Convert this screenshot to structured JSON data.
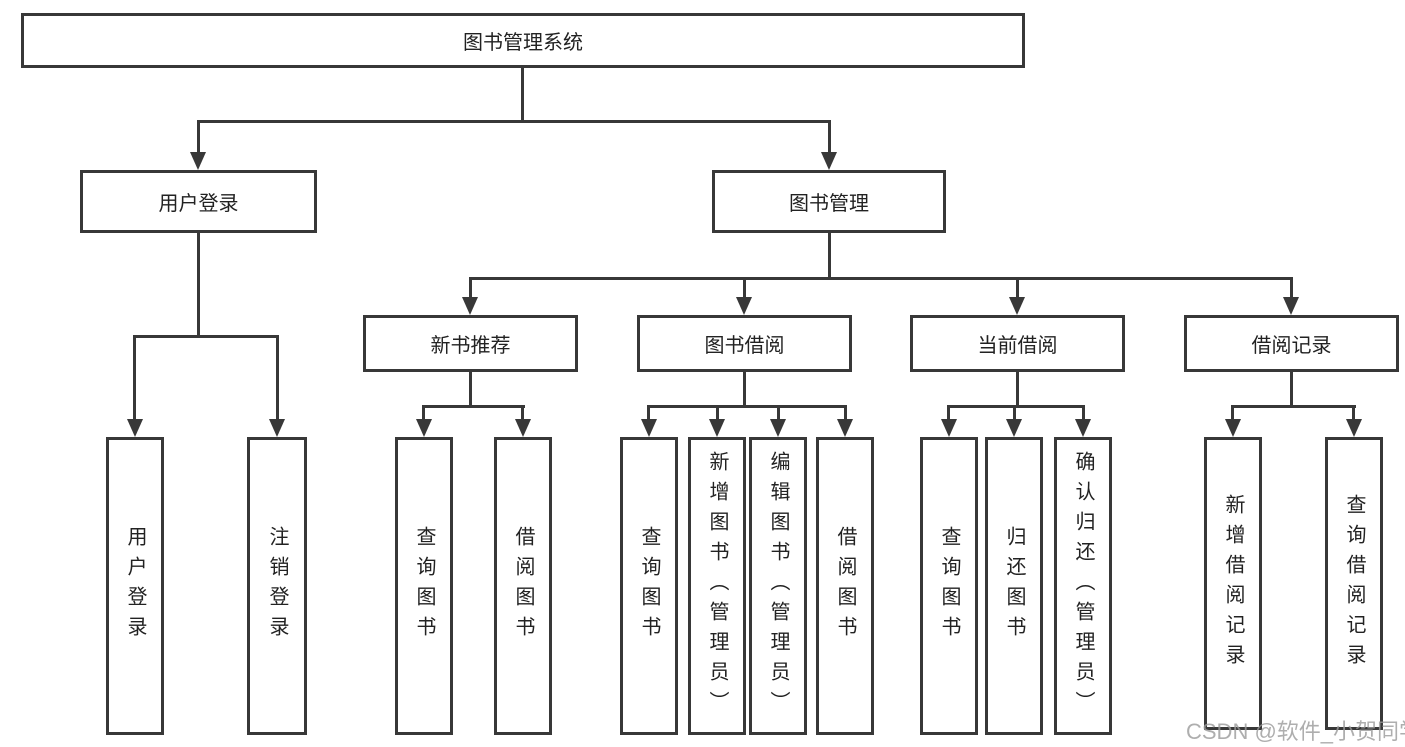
{
  "tree": {
    "root": {
      "label": "图书管理系统"
    },
    "children": [
      {
        "label": "用户登录",
        "children": [
          {
            "label": "用户登录"
          },
          {
            "label": "注销登录"
          }
        ]
      },
      {
        "label": "图书管理",
        "children": [
          {
            "label": "新书推荐",
            "children": [
              {
                "label": "查询图书"
              },
              {
                "label": "借阅图书"
              }
            ]
          },
          {
            "label": "图书借阅",
            "children": [
              {
                "label": "查询图书"
              },
              {
                "label": "新增图书（管理员）"
              },
              {
                "label": "编辑图书（管理员）"
              },
              {
                "label": "借阅图书"
              }
            ]
          },
          {
            "label": "当前借阅",
            "children": [
              {
                "label": "查询图书"
              },
              {
                "label": "归还图书"
              },
              {
                "label": "确认归还（管理员）"
              }
            ]
          },
          {
            "label": "借阅记录",
            "children": [
              {
                "label": "新增借阅记录"
              },
              {
                "label": "查询借阅记录"
              }
            ]
          }
        ]
      }
    ]
  },
  "watermark": {
    "text": "CSDN @软件_小贺同学"
  },
  "colors": {
    "line": "#383838",
    "box_border": "#383838",
    "text": "#222222",
    "watermark": "#9b9b9b",
    "background": "#ffffff"
  }
}
